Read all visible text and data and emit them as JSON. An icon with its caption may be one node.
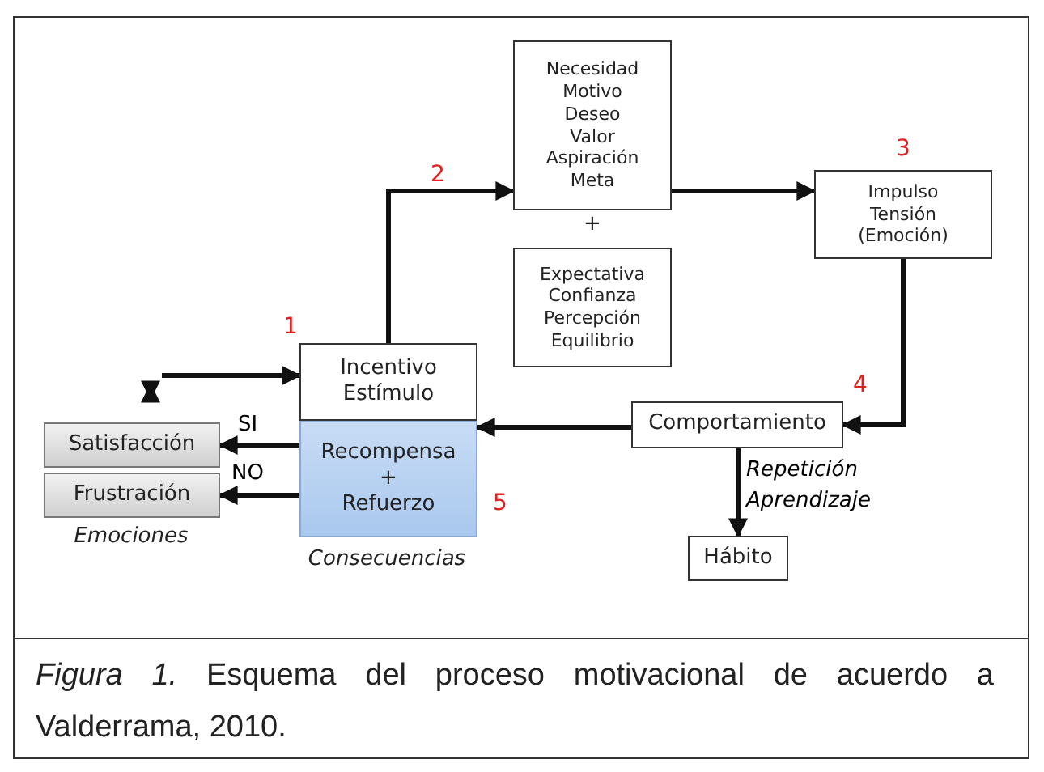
{
  "diagram": {
    "caption": "*Figura 1.* Esquema del proceso motivacional de acuerdo a Valderrama, 2010.",
    "nodes": [
      {
        "text": [
          "Incentivo",
          "Estímulo"
        ]
      },
      {
        "text": [
          "Recompensa",
          "+",
          "Refuerzo"
        ],
        "beside": [
          "5",
          "Consecuencias"
        ]
      },
      {
        "text": [
          "Necesidad",
          "Motivo",
          "Deseo",
          "Valor",
          "Aspiración",
          "Meta"
        ]
      },
      {
        "text": [
          "Expectativa",
          "Confianza",
          "Percepción",
          "Equilibrio"
        ]
      },
      {
        "text": [
          "Impulso",
          "Tensión",
          "(Emoción)"
        ],
        "beside": [
          "3"
        ]
      },
      {
        "text": [
          "Comportamiento"
        ]
      },
      {
        "text": [
          "Hábito"
        ]
      },
      {
        "text": [
          "Satisfacción"
        ]
      },
      {
        "text": [
          "Frustración"
        ]
      }
    ],
    "edges": [
      {
        "from": null,
        "to": 0,
        "arrow": "to"
      },
      {
        "from": 0,
        "to": 2,
        "arrow": "to"
      },
      {
        "from": 2,
        "to": 4,
        "arrow": "to"
      },
      {
        "from": 4,
        "to": 5,
        "arrow": "to"
      },
      {
        "from": 5,
        "to": 1,
        "arrow": "to"
      },
      {
        "from": 1,
        "to": 7,
        "arrow": "to",
        "label": "SI"
      },
      {
        "from": 1,
        "to": 8,
        "arrow": "to",
        "label": "NO"
      },
      {
        "from": 5,
        "to": 6,
        "arrow": "to",
        "label": "Repetición Aprendizaje"
      }
    ],
    "labels": [
      "1",
      "2",
      "+",
      "4",
      "Emociones"
    ]
  }
}
